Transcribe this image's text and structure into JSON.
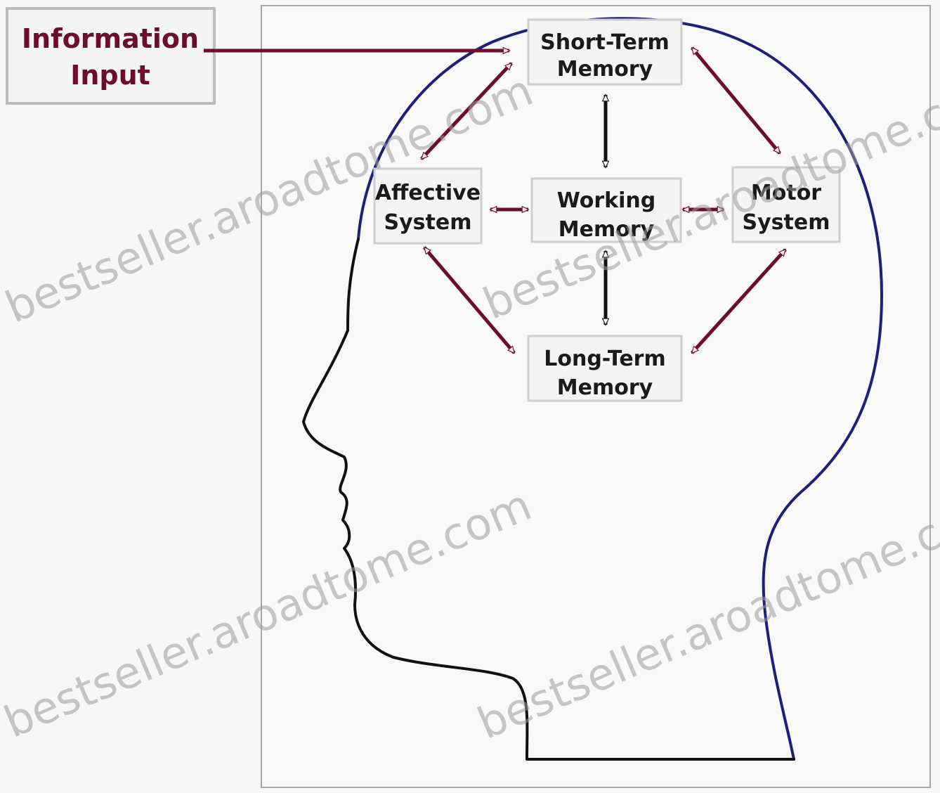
{
  "diagram": {
    "input_label_line1": "Information",
    "input_label_line2": "Input",
    "nodes": {
      "short_term": [
        "Short-Term",
        "Memory"
      ],
      "affective": [
        "Affective",
        "System"
      ],
      "working": [
        "Working",
        "Memory"
      ],
      "motor": [
        "Motor",
        "System"
      ],
      "long_term": [
        "Long-Term",
        "Memory"
      ]
    },
    "watermark": "bestseller.aroadtome.com"
  },
  "colors": {
    "maroon_arrow": "#6b0d2b",
    "arrow_head_fill": "#fbe3ea",
    "head_outline_back": "#1f1f7a",
    "head_outline_face": "#111111",
    "box_border": "#cfcfcf"
  }
}
